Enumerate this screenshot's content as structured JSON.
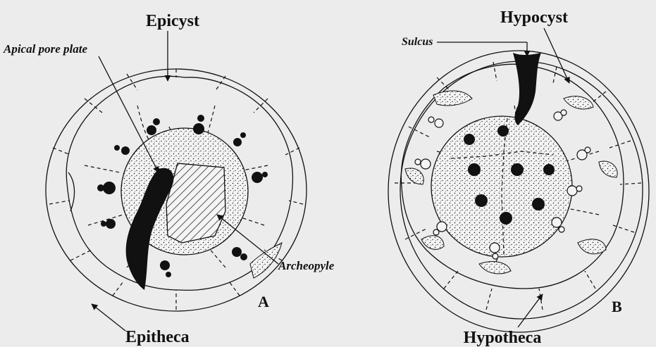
{
  "panel_a": {
    "letter": "A",
    "labels": {
      "epicyst": "Epicyst",
      "apical_pore_plate": "Apical pore plate",
      "archeopyle": "Archeopyle",
      "epitheca": "Epitheca"
    }
  },
  "panel_b": {
    "letter": "B",
    "labels": {
      "hypocyst": "Hypocyst",
      "sulcus": "Sulcus",
      "hypotheca": "Hypotheca"
    }
  },
  "colors": {
    "background": "#ececec",
    "ink": "#111111"
  }
}
